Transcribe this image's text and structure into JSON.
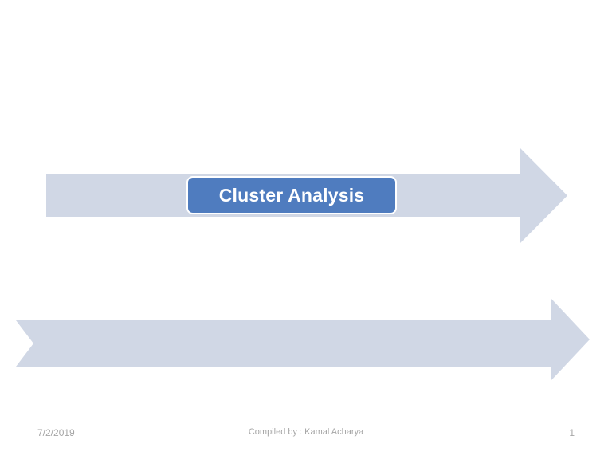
{
  "slide": {
    "title": "Cluster Analysis",
    "background_color": "#FFFFFF",
    "title_box": {
      "fill_color": "#4F7CBF",
      "border_color": "#FFFFFF",
      "text_color": "#FFFFFF"
    },
    "shapes": {
      "arrow_fill_color": "#D0D7E5",
      "top_arrow_name": "right-arrow",
      "bottom_arrow_name": "chevron-arrow"
    }
  },
  "footer": {
    "date": "7/2/2019",
    "credit": "Compiled by : Kamal Acharya",
    "page_number": "1",
    "text_color": "#A6A6A6"
  }
}
